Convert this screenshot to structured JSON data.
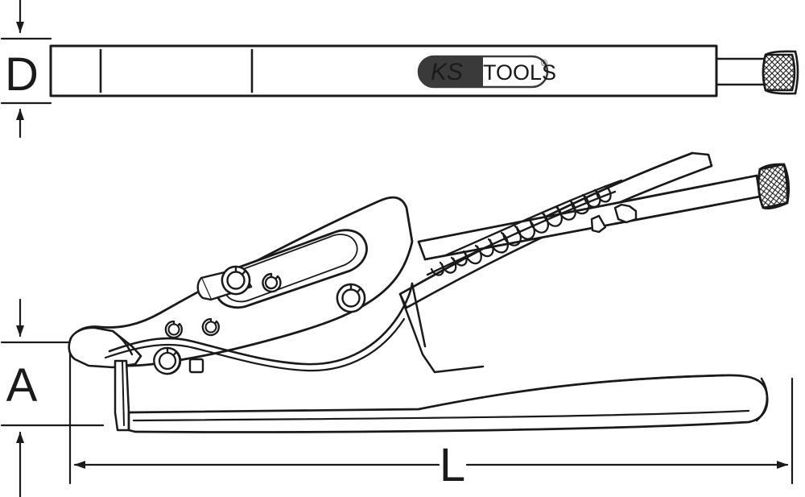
{
  "drawing": {
    "type": "technical-line-drawing",
    "subject": "hand riveting tool / rivet nut setter",
    "background_color": "#ffffff",
    "line_color": "#1a1a1a",
    "views": [
      {
        "name": "top-view",
        "description": "straight bar with knurled end cap"
      },
      {
        "name": "side-view",
        "description": "riveting tool with handles, linkage plate and coil spring"
      }
    ]
  },
  "brand": {
    "logo_text_part1": "KS",
    "logo_text_part2": "TOOLS",
    "registered_mark": "®",
    "logo_dark_color": "#3a3a3a",
    "logo_light_color": "#ffffff"
  },
  "dimensions": {
    "vertical_top": {
      "label": "D",
      "orientation": "vertical",
      "position": "left"
    },
    "vertical_bottom": {
      "label": "A",
      "orientation": "vertical",
      "position": "left"
    },
    "horizontal": {
      "label": "L",
      "orientation": "horizontal",
      "position": "bottom"
    }
  }
}
